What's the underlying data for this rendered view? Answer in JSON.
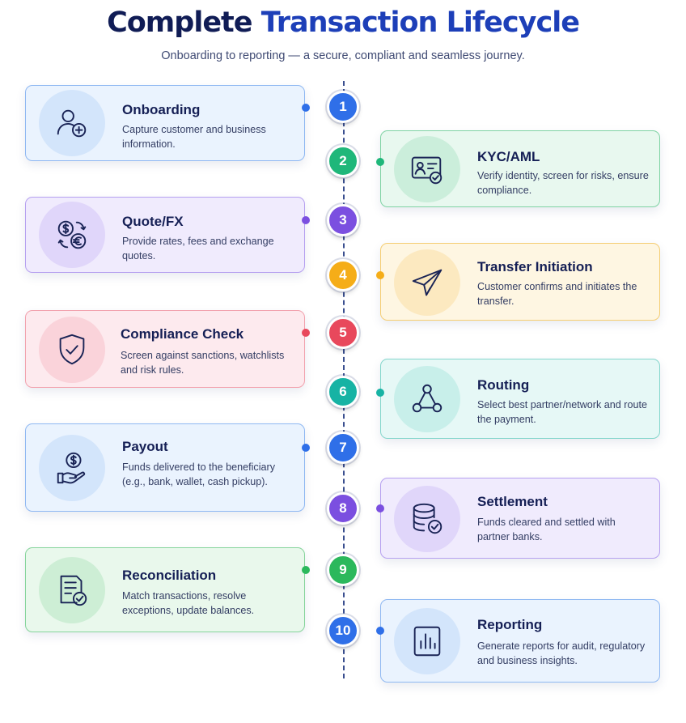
{
  "header": {
    "title_main": "Complete",
    "title_accent": "Transaction Lifecycle",
    "subtitle": "Onboarding to reporting — a secure, compliant and seamless journey."
  },
  "steps": [
    {
      "number": "1",
      "title": "Onboarding",
      "description": "Capture customer and business information.",
      "icon": "user-add-icon",
      "color": "#2f6fe8",
      "side": "left"
    },
    {
      "number": "2",
      "title": "KYC/AML",
      "description": "Verify identity, screen for risks, ensure compliance.",
      "icon": "id-check-icon",
      "color": "#1fb77a",
      "side": "right"
    },
    {
      "number": "3",
      "title": "Quote/FX",
      "description": "Provide rates, fees and exchange quotes.",
      "icon": "currency-exchange-icon",
      "color": "#7b4fe0",
      "side": "left"
    },
    {
      "number": "4",
      "title": "Transfer Initiation",
      "description": "Customer confirms and initiates the transfer.",
      "icon": "paper-plane-icon",
      "color": "#f5ad18",
      "side": "right"
    },
    {
      "number": "5",
      "title": "Compliance Check",
      "description": "Screen against sanctions, watchlists and risk rules.",
      "icon": "shield-check-icon",
      "color": "#e8485c",
      "side": "left"
    },
    {
      "number": "6",
      "title": "Routing",
      "description": "Select best partner/network and route the payment.",
      "icon": "network-icon",
      "color": "#17b3a4",
      "side": "right"
    },
    {
      "number": "7",
      "title": "Payout",
      "description": "Funds delivered to the beneficiary (e.g., bank, wallet, cash pickup).",
      "icon": "hand-coin-icon",
      "color": "#2f6fe8",
      "side": "left"
    },
    {
      "number": "8",
      "title": "Settlement",
      "description": "Funds cleared and settled with partner banks.",
      "icon": "database-check-icon",
      "color": "#7b4fe0",
      "side": "right"
    },
    {
      "number": "9",
      "title": "Reconciliation",
      "description": "Match transactions, resolve exceptions, update balances.",
      "icon": "document-check-icon",
      "color": "#2bb85c",
      "side": "left"
    },
    {
      "number": "10",
      "title": "Reporting",
      "description": "Generate reports for audit, regulatory and business insights.",
      "icon": "bar-chart-icon",
      "color": "#2f6fe8",
      "side": "right"
    }
  ]
}
